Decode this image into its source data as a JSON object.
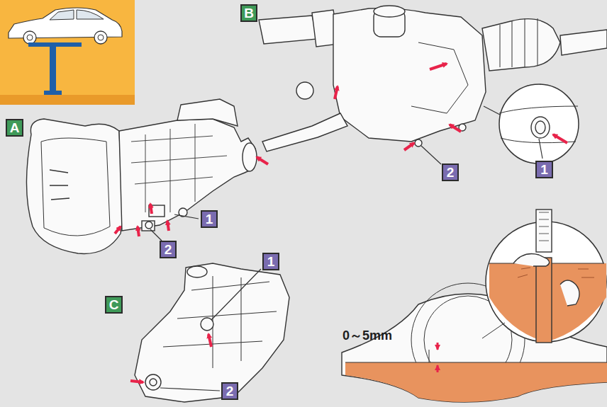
{
  "diagram": {
    "nodes": [
      {
        "text": [
          "B"
        ]
      },
      {
        "text": [
          "A"
        ]
      },
      {
        "text": [
          "2"
        ]
      },
      {
        "text": [
          "1"
        ]
      },
      {
        "text": [
          "1"
        ]
      },
      {
        "text": [
          "2"
        ]
      },
      {
        "text": [
          "1"
        ]
      },
      {
        "text": [
          "C"
        ]
      },
      {
        "text": [
          "2"
        ]
      }
    ],
    "labels": [
      "0～5mm"
    ]
  }
}
